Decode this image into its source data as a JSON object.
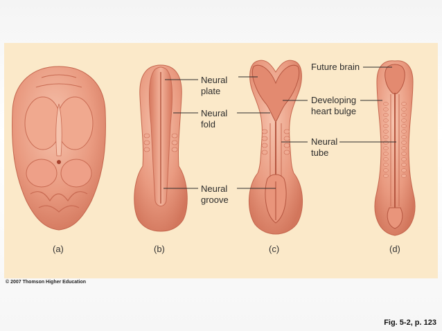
{
  "labels": {
    "neural_plate": [
      "Neural",
      "plate"
    ],
    "neural_fold": [
      "Neural",
      "fold"
    ],
    "neural_groove": [
      "Neural",
      "groove"
    ],
    "future_brain": "Future brain",
    "developing_heart_bulge": [
      "Developing",
      "heart bulge"
    ],
    "neural_tube": [
      "Neural",
      "tube"
    ]
  },
  "panels": [
    "(a)",
    "(b)",
    "(c)",
    "(d)"
  ],
  "copyright": "© 2007 Thomson Higher Education",
  "figure_ref": "Fig. 5-2, p. 123",
  "colors": {
    "panel_bg": "#fbe9c9",
    "tissue": "#e8957c",
    "tissue_dark": "#c8664f",
    "tissue_light": "#f2b59e",
    "leader_line": "#2b2b2b"
  }
}
